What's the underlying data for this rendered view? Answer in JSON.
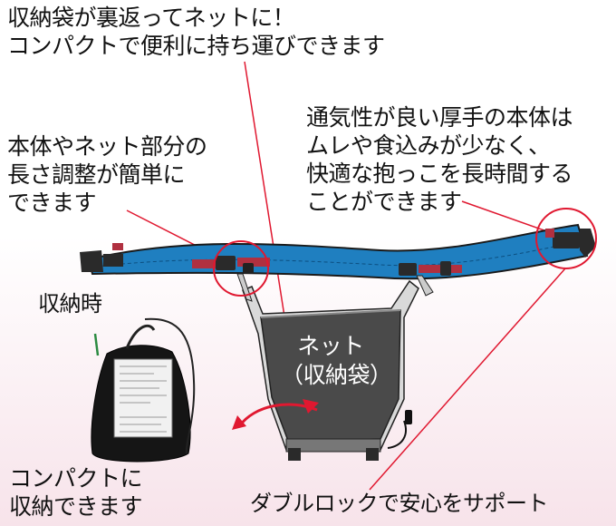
{
  "captions": {
    "storage_flip": [
      "収納袋が裏返ってネットに！",
      "コンパクトで便利に持ち運びできます"
    ],
    "adjust": [
      "本体やネット部分の",
      "長さ調整が簡単に",
      "できます"
    ],
    "breathable": [
      "通気性が良い厚手の本体は",
      "ムレや食込みが少なく、",
      "快適な抱っこを長時間する",
      "ことができます"
    ],
    "storage_label": "収納時",
    "net_label": [
      "ネット",
      "（収納袋）"
    ],
    "compact": [
      "コンパクトに",
      "収納できます"
    ],
    "double_lock": "ダブルロックで安心をサポート"
  },
  "colors": {
    "strap_blue": "#1f7fc0",
    "callout_red": "#e01830",
    "net_gray": "#4a4a4a",
    "buckle_black": "#2a2a2a",
    "bag_black": "#151515"
  }
}
